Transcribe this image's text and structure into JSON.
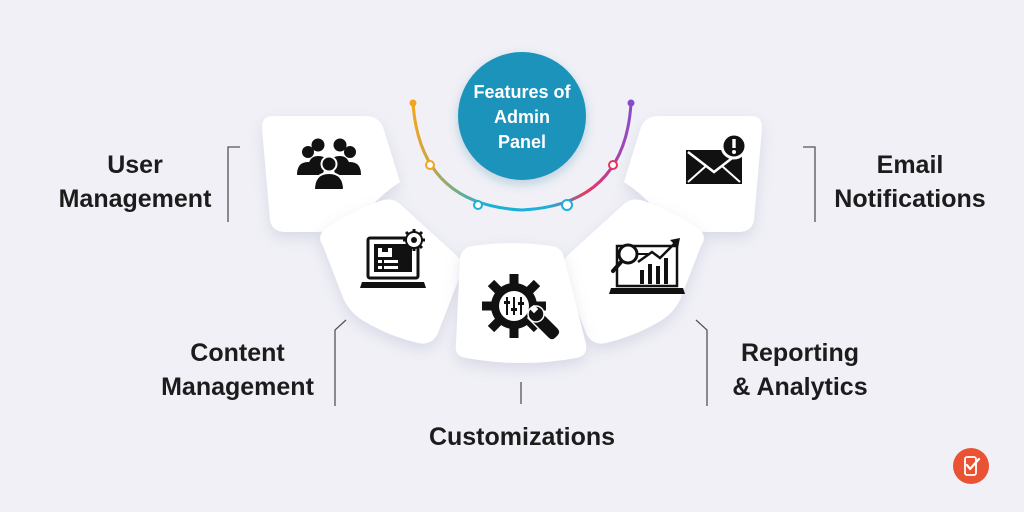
{
  "center": {
    "lines": [
      "Features of",
      "Admin",
      "Panel"
    ],
    "color": "#1e93bb"
  },
  "features": [
    {
      "id": "user-management",
      "lines": [
        "User",
        "Management"
      ],
      "icon": "users-group-icon"
    },
    {
      "id": "content-management",
      "lines": [
        "Content",
        "Management"
      ],
      "icon": "laptop-content-settings-icon"
    },
    {
      "id": "customizations",
      "lines": [
        "Customizations"
      ],
      "icon": "gear-wrench-sliders-icon"
    },
    {
      "id": "reporting-analytics",
      "lines": [
        "Reporting",
        "& Analytics"
      ],
      "icon": "analytics-magnifier-chart-icon"
    },
    {
      "id": "email-notifications",
      "lines": [
        "Email",
        "Notifications"
      ],
      "icon": "envelope-alert-icon"
    }
  ],
  "colors": {
    "background": "#f0f0f6",
    "card": "#ffffff",
    "text": "#1c1c1c",
    "arc_gradient": [
      "#f2a51c",
      "#1ab0d8",
      "#e8355f",
      "#8a4bc9"
    ],
    "logo": "#ea5234"
  },
  "logo": {
    "icon": "brand-phone-check-icon"
  }
}
